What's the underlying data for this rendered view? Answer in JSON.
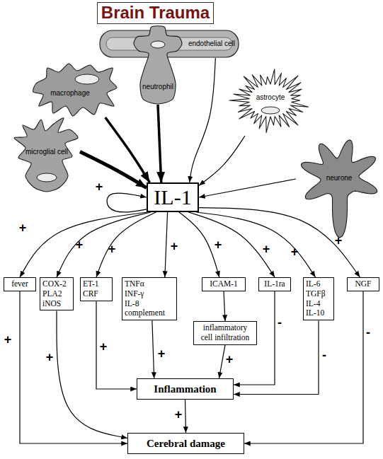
{
  "diagram": {
    "title": "Brain Trauma",
    "nodes": [
      {
        "text": [
          "endothelial cell"
        ]
      },
      {
        "text": [
          "neutrophil"
        ]
      },
      {
        "text": [
          "macrophage"
        ]
      },
      {
        "text": [
          "astrocyte"
        ]
      },
      {
        "text": [
          "microglial cell"
        ]
      },
      {
        "text": [
          "neurone"
        ]
      },
      {
        "text": [
          "IL-1"
        ]
      },
      {
        "text": [
          "fever"
        ]
      },
      {
        "text": [
          "COX-2 PLA2 iNOS"
        ]
      },
      {
        "text": [
          "ET-1 CRF"
        ]
      },
      {
        "text": [
          "TNFα INF-γ IL-8 complement"
        ]
      },
      {
        "text": [
          "ICAM-1"
        ]
      },
      {
        "text": [
          "IL-1ra"
        ]
      },
      {
        "text": [
          "IL-6 TGFβ IL-4 IL-10"
        ]
      },
      {
        "text": [
          "NGF"
        ]
      },
      {
        "text": [
          "inflammatory cell infiltration"
        ]
      },
      {
        "text": [
          "Inflammation"
        ]
      },
      {
        "text": [
          "Cerebral damage"
        ]
      }
    ],
    "edges": [
      {
        "from": 0,
        "to": 6,
        "arrow": "to"
      },
      {
        "from": 1,
        "to": 6,
        "arrow": "to"
      },
      {
        "from": 2,
        "to": 6,
        "arrow": "to"
      },
      {
        "from": 3,
        "to": 6,
        "arrow": "to"
      },
      {
        "from": 4,
        "to": 6,
        "arrow": "to"
      },
      {
        "from": 5,
        "to": 6,
        "arrow": "to"
      },
      {
        "from": 6,
        "to": 6,
        "label": "+",
        "arrow": "to"
      },
      {
        "from": 6,
        "to": 7,
        "label": "+",
        "arrow": "to"
      },
      {
        "from": 6,
        "to": 8,
        "label": "+",
        "arrow": "to"
      },
      {
        "from": 6,
        "to": 9,
        "label": "+",
        "arrow": "to"
      },
      {
        "from": 6,
        "to": 10,
        "label": "+",
        "arrow": "to"
      },
      {
        "from": 6,
        "to": 11,
        "label": "+",
        "arrow": "to"
      },
      {
        "from": 6,
        "to": 12,
        "label": "+",
        "arrow": "to"
      },
      {
        "from": 6,
        "to": 13,
        "label": "+",
        "arrow": "to"
      },
      {
        "from": 6,
        "to": 14,
        "label": "+",
        "arrow": "to"
      },
      {
        "from": 11,
        "to": 15,
        "arrow": "to"
      },
      {
        "from": 7,
        "to": 17,
        "label": "+",
        "arrow": "to"
      },
      {
        "from": 8,
        "to": 17,
        "label": "+",
        "arrow": "to"
      },
      {
        "from": 9,
        "to": 16,
        "label": "+",
        "arrow": "to"
      },
      {
        "from": 10,
        "to": 16,
        "label": "+",
        "arrow": "to"
      },
      {
        "from": 15,
        "to": 16,
        "label": "+",
        "arrow": "to"
      },
      {
        "from": 12,
        "to": 16,
        "label": "-",
        "arrow": "to"
      },
      {
        "from": 13,
        "to": 16,
        "label": "-",
        "arrow": "to"
      },
      {
        "from": 14,
        "to": 17,
        "label": "-",
        "arrow": "to"
      },
      {
        "from": 16,
        "to": 17,
        "label": "+",
        "arrow": "to"
      }
    ]
  }
}
